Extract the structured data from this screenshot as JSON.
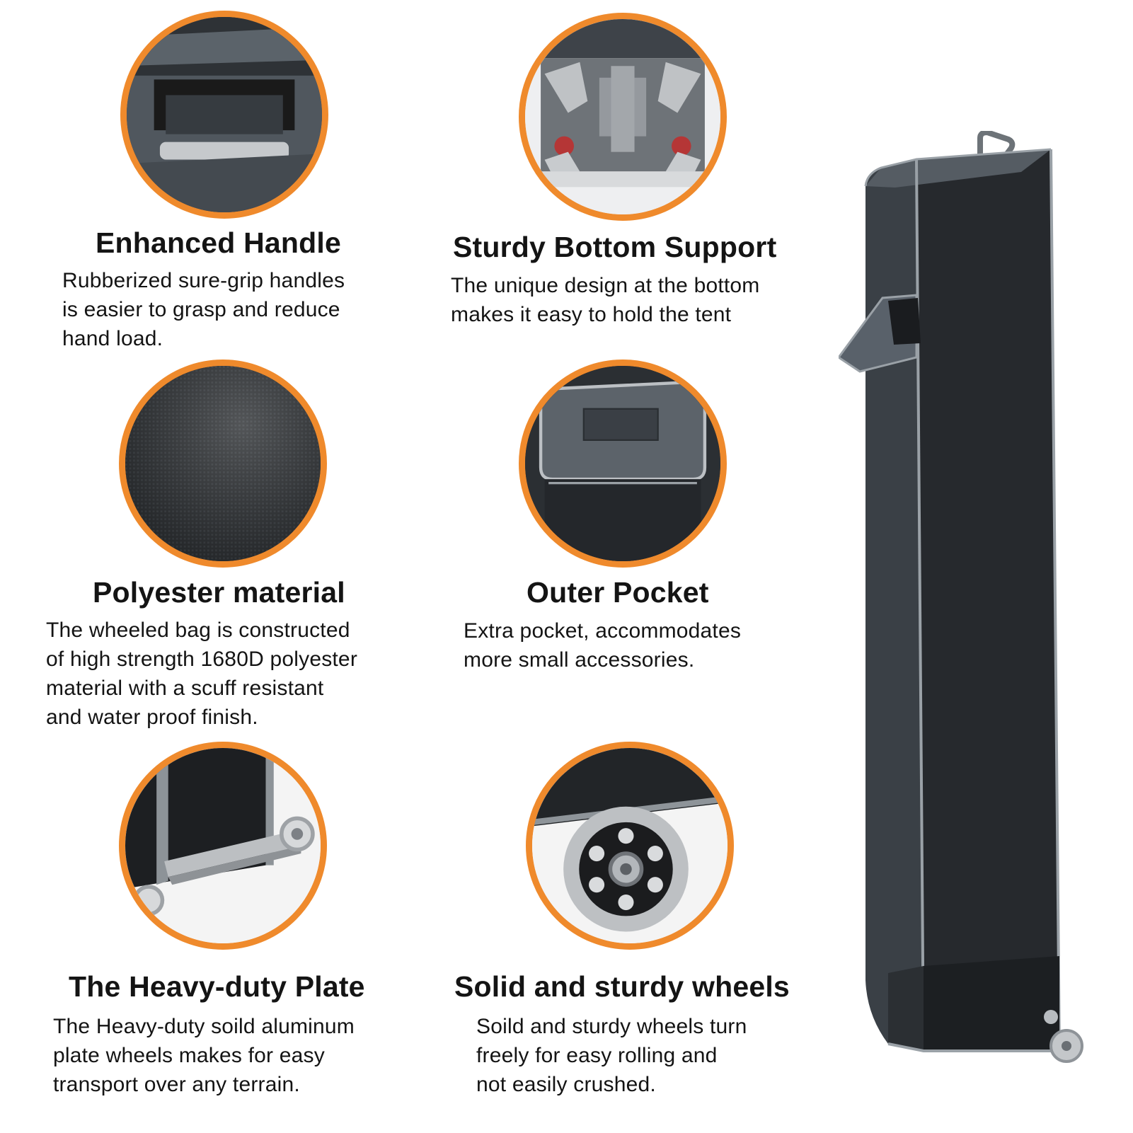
{
  "accent_color": "#ef8a2c",
  "features": [
    {
      "title": "Enhanced Handle",
      "description": "Rubberized sure-grip handles\nis easier to grasp and reduce\nhand load.",
      "icon": "handle-closeup"
    },
    {
      "title": "Sturdy Bottom Support",
      "description": "The unique design at the bottom\nmakes it easy to hold the tent",
      "icon": "bottom-support-closeup"
    },
    {
      "title": "Polyester material",
      "description": "The wheeled bag is constructed\nof high strength 1680D polyester\nmaterial with a scuff resistant\nand water proof finish.",
      "icon": "fabric-texture-closeup"
    },
    {
      "title": "Outer Pocket",
      "description": "Extra pocket, accommodates\nmore small accessories.",
      "icon": "pocket-closeup"
    },
    {
      "title": "The Heavy-duty Plate",
      "description": "The Heavy-duty soild aluminum\nplate wheels makes for easy\ntransport over any terrain.",
      "icon": "plate-closeup"
    },
    {
      "title": "Solid and sturdy wheels",
      "description": "Soild and sturdy wheels turn\nfreely for easy rolling and\nnot easily crushed.",
      "icon": "wheel-closeup"
    }
  ],
  "product_image": "rolling-tent-bag"
}
